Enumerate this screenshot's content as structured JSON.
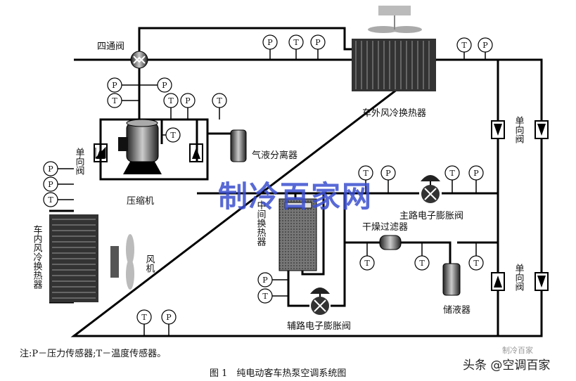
{
  "labels": {
    "four_way_valve": "四通阀",
    "outdoor_hx": "车外风冷换热器",
    "gas_liquid_separator": "气液分离器",
    "check_valve_left": "单向阀",
    "check_valve_right_top": "单向阀",
    "check_valve_right_bottom": "单向阀",
    "compressor": "压缩机",
    "intermediate_hx": "中间换热器",
    "main_eev": "主路电子膨胀阀",
    "drier_filter": "干燥过滤器",
    "indoor_hx": "车内风冷换热器",
    "fan": "风机",
    "receiver": "储液器",
    "aux_eev": "辅路电子膨胀阀"
  },
  "sensors": [
    "P",
    "T",
    "P",
    "T",
    "P",
    "P",
    "P",
    "T",
    "T",
    "P",
    "T",
    "T",
    "P",
    "P",
    "T",
    "T",
    "P",
    "T",
    "P",
    "T",
    "T",
    "T",
    "P",
    "T",
    "T",
    "P"
  ],
  "note": "注:P－压力传感器;T－温度传感器。",
  "caption": "图 1　纯电动客车热泵空调系统图",
  "watermarks": {
    "center": "制冷百家网",
    "corner": "头条 @空调百家",
    "corner_small": "制冷百家"
  }
}
